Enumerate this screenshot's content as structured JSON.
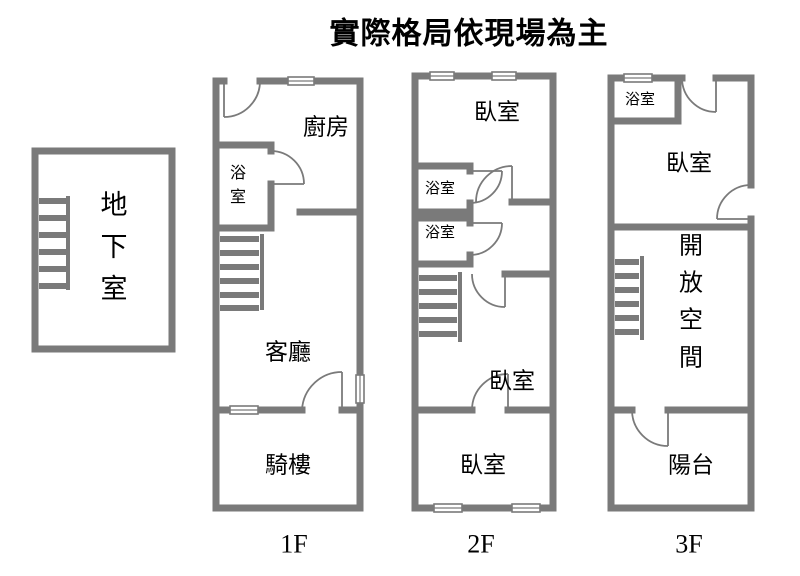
{
  "title": "實際格局依現場為主",
  "wall_color": "#7a7a7a",
  "basement": {
    "label": "地下室"
  },
  "floor1": {
    "kitchen": "廚房",
    "bath": "浴室",
    "living": "客廳",
    "arcade": "騎樓",
    "floor_label": "1F"
  },
  "floor2": {
    "bedroom_top": "臥室",
    "bath_upper": "浴室",
    "bath_lower": "浴室",
    "bedroom_middle": "臥室",
    "bedroom_bottom": "臥室",
    "floor_label": "2F"
  },
  "floor3": {
    "bath": "浴室",
    "bedroom": "臥室",
    "open_space": "開放空間",
    "balcony": "陽台",
    "floor_label": "3F"
  }
}
